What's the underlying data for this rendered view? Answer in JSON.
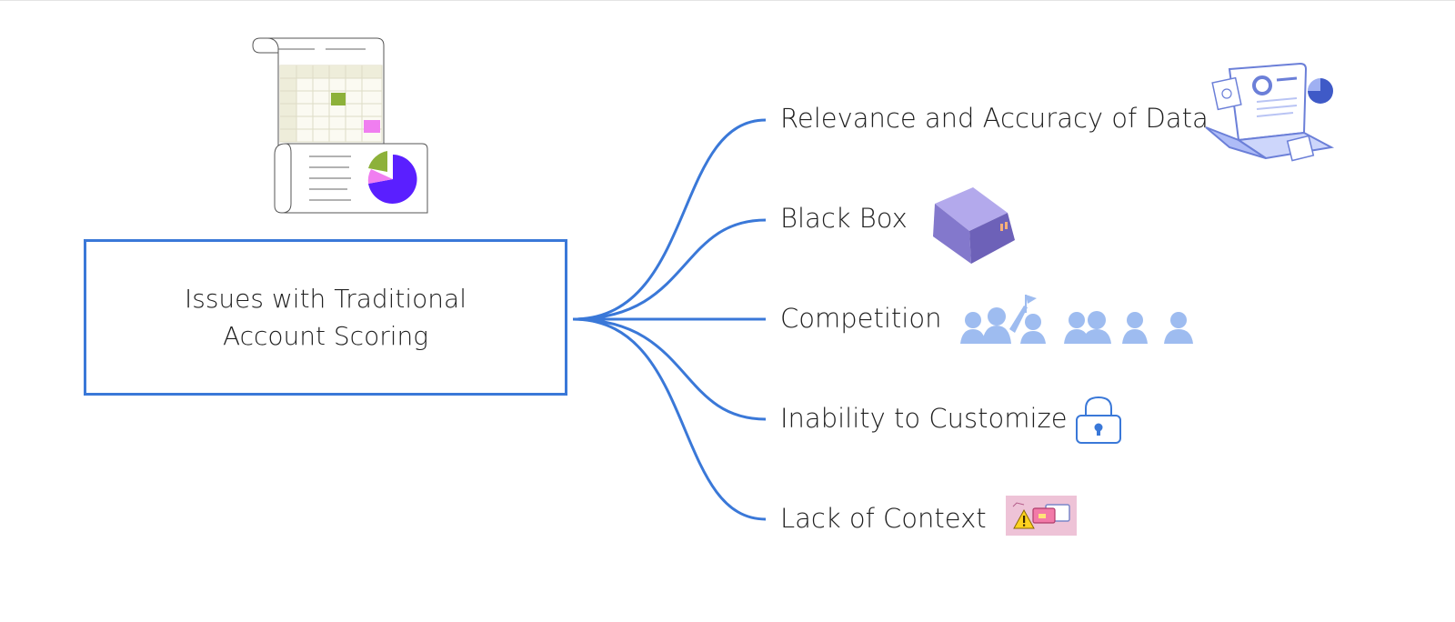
{
  "mindmap": {
    "root": {
      "label": "Issues with Traditional\nAccount Scoring"
    },
    "branches": [
      {
        "label": "Relevance and Accuracy of Data",
        "icon": "laptop-analytics-icon"
      },
      {
        "label": "Black Box",
        "icon": "purple-cube-icon"
      },
      {
        "label": "Competition",
        "icon": "crowd-people-icon"
      },
      {
        "label": "Inability to Customize",
        "icon": "padlock-icon"
      },
      {
        "label": "Lack of Context",
        "icon": "warning-cards-icon"
      }
    ],
    "header_icon": "spreadsheet-report-icon"
  },
  "colors": {
    "connector": "#3a78d8",
    "root_border": "#3a78d8",
    "cube": "#8a7fd0",
    "crowd": "#9ebcf0",
    "pie_main": "#5a1fff",
    "pie_green": "#8db13a",
    "pie_pink": "#f07ef0"
  }
}
